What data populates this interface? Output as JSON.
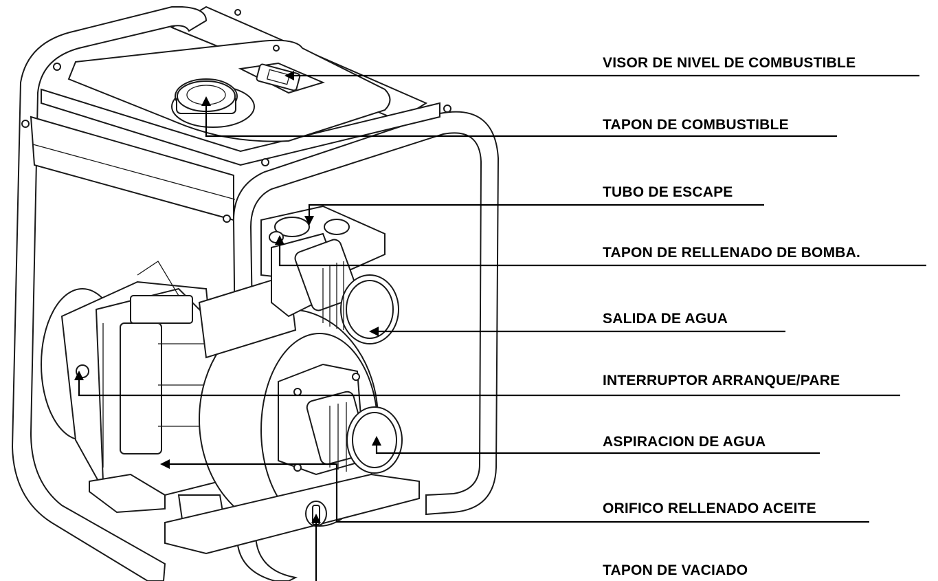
{
  "labels": [
    {
      "id": "visor",
      "text": "VISOR DE NIVEL DE COMBUSTIBLE"
    },
    {
      "id": "tapon_comb",
      "text": "TAPON DE COMBUSTIBLE"
    },
    {
      "id": "tubo",
      "text": "TUBO DE ESCAPE"
    },
    {
      "id": "tapon_rell",
      "text": "TAPON DE RELLENADO DE BOMBA."
    },
    {
      "id": "salida",
      "text": "SALIDA DE AGUA"
    },
    {
      "id": "interruptor",
      "text": "INTERRUPTOR ARRANQUE/PARE"
    },
    {
      "id": "aspiracion",
      "text": "ASPIRACION DE AGUA"
    },
    {
      "id": "orificio",
      "text": "ORIFICO RELLENADO ACEITE"
    },
    {
      "id": "vaciado",
      "text": "TAPON DE VACIADO"
    }
  ],
  "line_color": "#000000",
  "drawing_color": "#1a1a1a"
}
